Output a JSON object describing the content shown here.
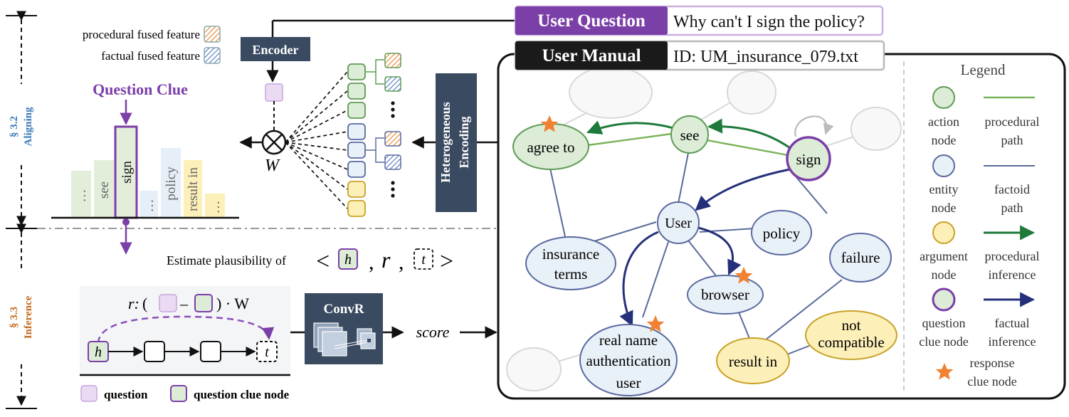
{
  "sections": {
    "aligning_num": "§ 3.2",
    "aligning_label": "Aligning",
    "inference_num": "§ 3.3",
    "inference_label": "Inference"
  },
  "feature_legend": {
    "procedural": "procedural fused feature",
    "factual": "factual fused feature"
  },
  "encoder_label": "Encoder",
  "weight_symbol": "W",
  "question_clue_title": "Question Clue",
  "tokens": [
    "…",
    "see",
    "sign",
    "…",
    "policy",
    "result in",
    "…"
  ],
  "heterogeneous_encoding": [
    "Heterogeneous",
    "Encoding"
  ],
  "user_question": {
    "label": "User Question",
    "text": "Why can't I sign the policy?"
  },
  "user_manual": {
    "label": "User Manual",
    "id_text": "ID: UM_insurance_079.txt"
  },
  "estimate": {
    "prefix": "Estimate plausibility of",
    "h": "h",
    "r": "r",
    "t": "t"
  },
  "relation_formula": {
    "prefix": "r:",
    "suffix": ") · W",
    "open": "(",
    "dash": "–"
  },
  "chain": {
    "h": "h",
    "t": "t"
  },
  "convr_label": "ConvR",
  "score_label": "score",
  "bottom_legend": {
    "question": "question",
    "question_clue_node": "question clue node"
  },
  "graph_nodes": {
    "agree_to": "agree to",
    "see": "see",
    "sign": "sign",
    "user": "User",
    "policy": "policy",
    "insurance_terms": [
      "insurance",
      "terms"
    ],
    "failure": "failure",
    "browser": "browser",
    "not_compatible": [
      "not",
      "compatible"
    ],
    "real_name": [
      "real name",
      "authentication",
      "user"
    ],
    "result_in": "result in"
  },
  "legend": {
    "title": "Legend",
    "action_node": [
      "action",
      "node"
    ],
    "procedural_path": [
      "procedural",
      "path"
    ],
    "entity_node": [
      "entity",
      "node"
    ],
    "factoid_path": [
      "factoid",
      "path"
    ],
    "argument_node": [
      "argument",
      "node"
    ],
    "procedural_inference": [
      "procedural",
      "inference"
    ],
    "question_clue_node": [
      "question",
      "clue node"
    ],
    "factual_inference": [
      "factual",
      "inference"
    ],
    "response_clue_node": [
      "response",
      "clue node"
    ]
  },
  "colors": {
    "purple": "#7b3fa8",
    "navy": "#3a4a60",
    "action_fill": "#dcecd6",
    "action_stroke": "#5e9b55",
    "entity_fill": "#e9f1f8",
    "entity_stroke": "#5a6aa0",
    "argument_fill": "#fcefb8",
    "argument_stroke": "#c9a22a",
    "green_path": "#79b35a",
    "factoid_path": "#5a6a9a",
    "dark_green": "#1d7a3a",
    "dark_navy": "#25307a",
    "orange": "#f08232",
    "blue_section": "#3a78b8",
    "orange_section": "#c46a1e"
  }
}
